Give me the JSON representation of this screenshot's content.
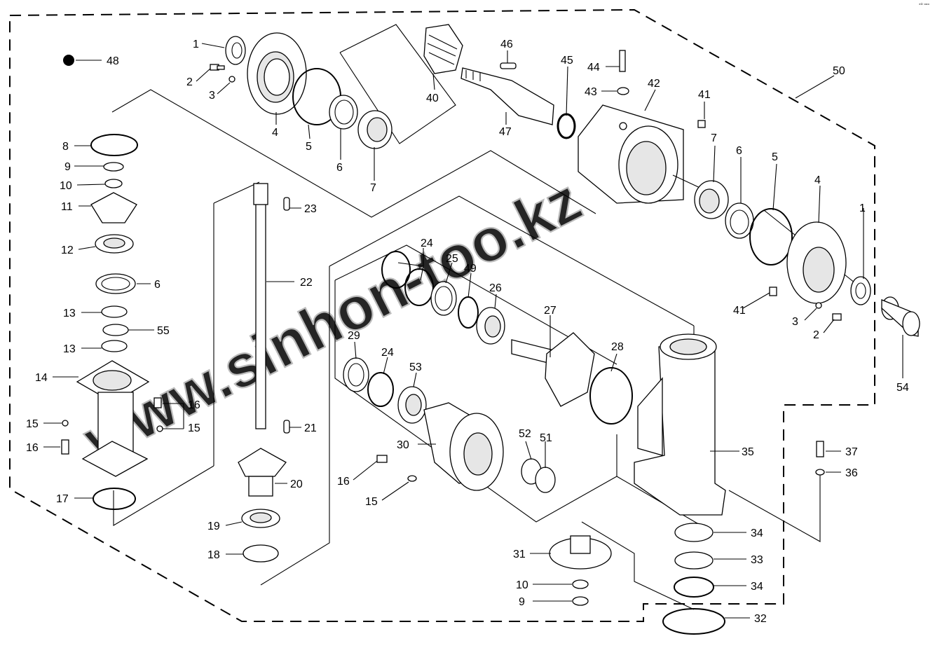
{
  "corner_mark": "ᵉᴰ ᵒᵒᵒ",
  "watermark": "www.sinhon-too.kz",
  "labels": {
    "l48": "48",
    "l1a": "1",
    "l2a": "2",
    "l3a": "3",
    "l4a": "4",
    "l5a": "5",
    "l6a": "6",
    "l7a": "7",
    "l40": "40",
    "l46": "46",
    "l47": "47",
    "l45": "45",
    "l44": "44",
    "l43": "43",
    "l42": "42",
    "l41a": "41",
    "l50": "50",
    "l7b": "7",
    "l6b": "6",
    "l5b": "5",
    "l4b": "4",
    "l1b": "1",
    "l41b": "41",
    "l3b": "3",
    "l2b": "2",
    "l54": "54",
    "l8": "8",
    "l9a": "9",
    "l10a": "10",
    "l11": "11",
    "l12": "12",
    "l6c": "6",
    "l13a": "13",
    "l55": "55",
    "l13b": "13",
    "l14": "14",
    "l15a": "15",
    "l16a": "16",
    "l16b": "16",
    "l15b": "15",
    "l17": "17",
    "l23": "23",
    "l22": "22",
    "l21": "21",
    "l20": "20",
    "l19": "19",
    "l18": "18",
    "l24a": "24",
    "l25": "25",
    "l49": "49",
    "l26": "26",
    "l27": "27",
    "l28": "28",
    "l29": "29",
    "l24b": "24",
    "l53": "53",
    "l30": "30",
    "l52": "52",
    "l51": "51",
    "l16c": "16",
    "l15c": "15",
    "l35": "35",
    "l37": "37",
    "l36": "36",
    "l34a": "34",
    "l33": "33",
    "l34b": "34",
    "l31": "31",
    "l10b": "10",
    "l9b": "9",
    "l32": "32"
  }
}
